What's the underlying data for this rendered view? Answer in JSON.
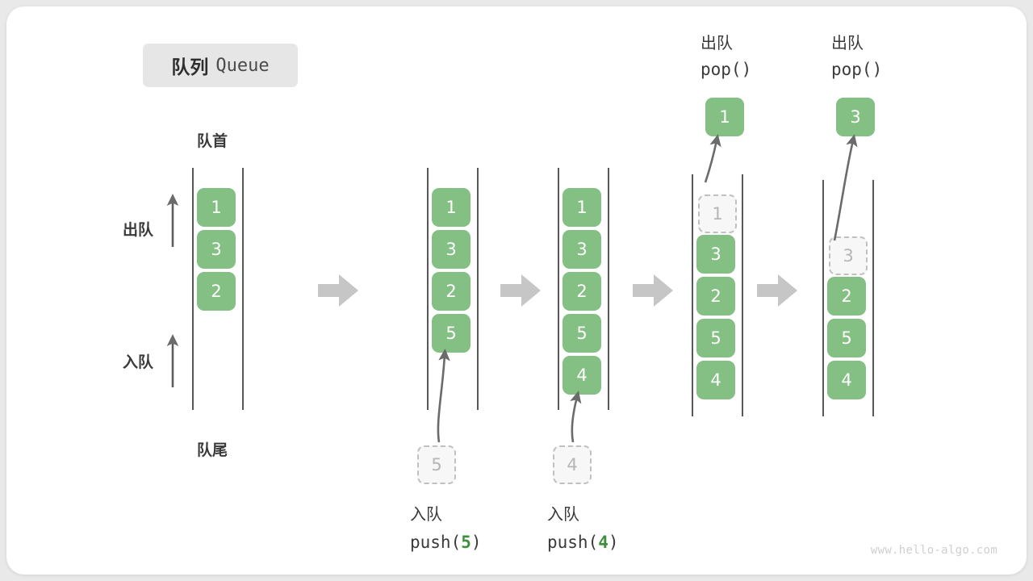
{
  "title": {
    "cn": "队列",
    "en": "Queue"
  },
  "labels": {
    "front": "队首",
    "rear": "队尾",
    "dequeue": "出队",
    "enqueue": "入队"
  },
  "watermark": "www.hello-algo.com",
  "colors": {
    "cell_fill": "#84bf84",
    "cell_text": "#ffffff",
    "ghost_fill": "#f7f7f7",
    "ghost_border": "#c0c0c0",
    "ghost_text": "#b6b6b6",
    "rail": "#585858",
    "arrow": "#6b6b6b",
    "flow_arrow": "#c6c6c6",
    "accent_number": "#3f8f3f",
    "chip_bg": "#e6e6e6",
    "card_bg": "#ffffff",
    "page_bg": "#e9e9e9"
  },
  "steps": [
    {
      "id": "initial",
      "op_cn": "",
      "op_code": "",
      "cells": [
        {
          "value": "1",
          "state": "filled"
        },
        {
          "value": "3",
          "state": "filled"
        },
        {
          "value": "2",
          "state": "filled"
        }
      ],
      "incoming": null,
      "popped": null
    },
    {
      "id": "push-5",
      "op_cn": "入队",
      "op_code": "push(5)",
      "op_arg": "5",
      "cells": [
        {
          "value": "1",
          "state": "filled"
        },
        {
          "value": "3",
          "state": "filled"
        },
        {
          "value": "2",
          "state": "filled"
        },
        {
          "value": "5",
          "state": "filled"
        }
      ],
      "incoming": {
        "value": "5",
        "state": "ghost"
      },
      "popped": null
    },
    {
      "id": "push-4",
      "op_cn": "入队",
      "op_code": "push(4)",
      "op_arg": "4",
      "cells": [
        {
          "value": "1",
          "state": "filled"
        },
        {
          "value": "3",
          "state": "filled"
        },
        {
          "value": "2",
          "state": "filled"
        },
        {
          "value": "5",
          "state": "filled"
        },
        {
          "value": "4",
          "state": "filled"
        }
      ],
      "incoming": {
        "value": "4",
        "state": "ghost"
      },
      "popped": null
    },
    {
      "id": "pop-1",
      "op_cn": "出队",
      "op_code": "pop()",
      "cells": [
        {
          "value": "1",
          "state": "ghost"
        },
        {
          "value": "3",
          "state": "filled"
        },
        {
          "value": "2",
          "state": "filled"
        },
        {
          "value": "5",
          "state": "filled"
        },
        {
          "value": "4",
          "state": "filled"
        }
      ],
      "incoming": null,
      "popped": {
        "value": "1",
        "state": "filled"
      }
    },
    {
      "id": "pop-3",
      "op_cn": "出队",
      "op_code": "pop()",
      "cells": [
        {
          "value": "3",
          "state": "ghost"
        },
        {
          "value": "2",
          "state": "filled"
        },
        {
          "value": "5",
          "state": "filled"
        },
        {
          "value": "4",
          "state": "filled"
        }
      ],
      "incoming": null,
      "popped": {
        "value": "3",
        "state": "filled"
      }
    }
  ]
}
